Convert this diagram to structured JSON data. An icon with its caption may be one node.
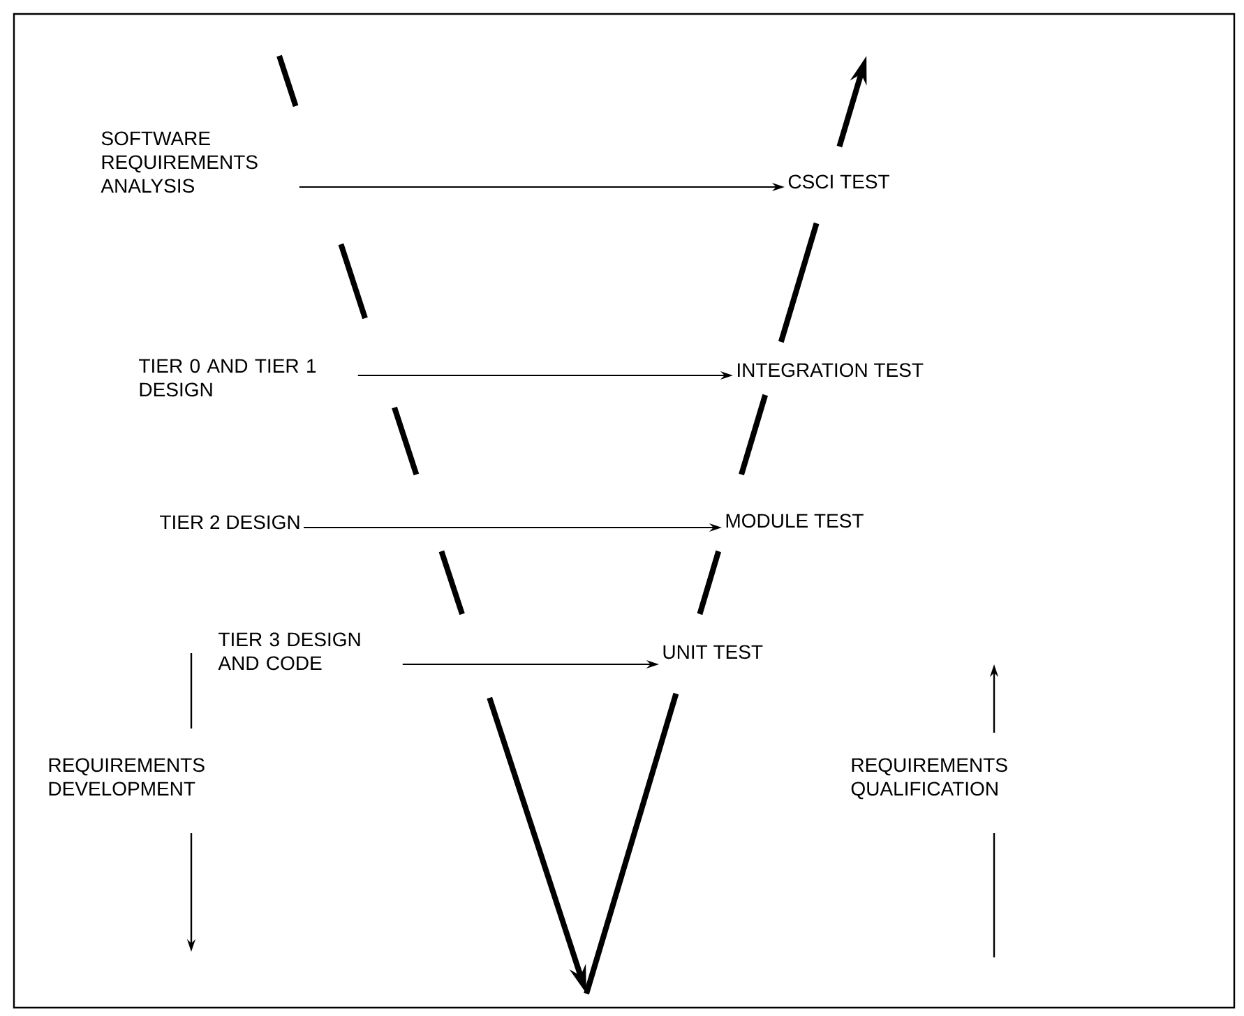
{
  "diagram": {
    "nodes": [
      {
        "text": [
          "SOFTWARE REQUIREMENTS ANALYSIS"
        ]
      },
      {
        "text": [
          "TIER 0 AND TIER 1 DESIGN"
        ]
      },
      {
        "text": [
          "TIER 2 DESIGN"
        ]
      },
      {
        "text": [
          "TIER 3 DESIGN AND CODE"
        ]
      },
      {
        "text": [
          "CSCI TEST"
        ]
      },
      {
        "text": [
          "INTEGRATION TEST"
        ]
      },
      {
        "text": [
          "MODULE TEST"
        ]
      },
      {
        "text": [
          "UNIT TEST"
        ]
      }
    ],
    "edges": [
      {
        "from": 0,
        "to": 4,
        "arrow": "to"
      },
      {
        "from": 1,
        "to": 5,
        "arrow": "to"
      },
      {
        "from": 2,
        "to": 6,
        "arrow": "to"
      },
      {
        "from": 3,
        "to": 7,
        "arrow": "to"
      }
    ],
    "labels": [
      "REQUIREMENTS DEVELOPMENT",
      "REQUIREMENTS QUALIFICATION"
    ]
  }
}
